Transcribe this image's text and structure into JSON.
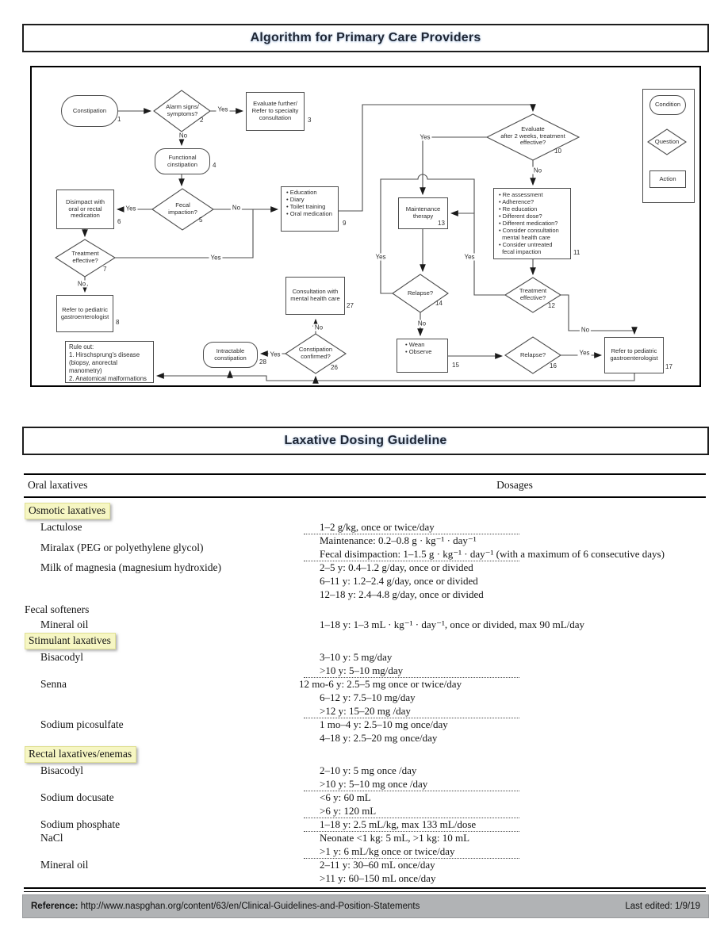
{
  "page": {
    "title1": "Algorithm for Primary Care Providers",
    "title2": "Laxative Dosing Guideline"
  },
  "flowchart": {
    "labels": {
      "yes": "Yes",
      "no": "No"
    },
    "legend": {
      "condition": "Condition",
      "question": "Question",
      "action": "Action"
    },
    "nodes": {
      "n1": {
        "label": "Constipation",
        "num": "1"
      },
      "n2": {
        "label": "Alarm signs/\nsymptoms?",
        "num": "2"
      },
      "n3": {
        "label": "Evaluate further/\nRefer to specialty\nconsultation",
        "num": "3"
      },
      "n4": {
        "label": "Functional\ncinstipation",
        "num": "4"
      },
      "n5": {
        "label": "Fecal\nimpaction?",
        "num": "5"
      },
      "n6": {
        "label": "Disimpact with\noral or rectal\nmedication",
        "num": "6"
      },
      "n7": {
        "label": "Treatment\neffective?",
        "num": "7"
      },
      "n8": {
        "label": "Refer to pediatric\ngastroenterologist",
        "num": "8"
      },
      "n9": {
        "label": "• Education\n• Diary\n• Toilet training\n• Oral medication",
        "num": "9"
      },
      "n10": {
        "label": "Evaluate\nafter 2 weeks, treatment\neffective?",
        "num": "10"
      },
      "n11": {
        "label": "• Re assessment\n• Adherence?\n• Re education\n• Different dose?\n• Different medication?\n• Consider consultation\n  mental health care\n• Consider untreated\n  fecal impaction",
        "num": "11"
      },
      "n12": {
        "label": "Treatment\neffective?",
        "num": "12"
      },
      "n13": {
        "label": "Maintenance\ntherapy",
        "num": "13"
      },
      "n14": {
        "label": "Relapse?",
        "num": "14"
      },
      "n15": {
        "label": "• Wean\n• Observe",
        "num": "15"
      },
      "n16": {
        "label": "Relapse?",
        "num": "16"
      },
      "n17": {
        "label": "Refer to pediatric\ngastroenterologist",
        "num": "17"
      },
      "n26": {
        "label": "Constipation\nconfirmed?",
        "num": "26"
      },
      "n27": {
        "label": "Consultation with\nmental health care",
        "num": "27"
      },
      "n28": {
        "label": "Intractable\nconstipation",
        "num": "28"
      },
      "ruleout": {
        "label": "Rule out:\n1. Hirschsprung's disease\n(biopsy, anorectal\nmanometry)\n2. Anatomical malformations"
      }
    }
  },
  "table": {
    "col1_header": "Oral laxatives",
    "col2_header": "Dosages",
    "sections": [
      {
        "header": "Osmotic laxatives",
        "highlighted": true,
        "drugs": [
          {
            "name": "Lactulose",
            "doses": [
              {
                "text": "1–2 g/kg, once or twice/day"
              }
            ]
          },
          {
            "name": "Miralax (PEG or polyethylene glycol)",
            "doses": [
              {
                "text": "Maintenance: 0.2–0.8 g · kg⁻¹ · day⁻¹"
              },
              {
                "text": "Fecal disimpaction: 1–1.5 g · kg⁻¹ · day⁻¹ (with a maximum of 6 consecutive days)"
              }
            ]
          },
          {
            "name": "Milk of magnesia (magnesium hydroxide)",
            "doses": [
              {
                "text": "2–5 y: 0.4–1.2 g/day, once or divided"
              },
              {
                "text": "6–11 y: 1.2–2.4 g/day, once or divided"
              },
              {
                "text": "12–18 y: 2.4–4.8 g/day, once or divided"
              }
            ]
          }
        ]
      },
      {
        "header": "Fecal softeners",
        "highlighted": false,
        "drugs": [
          {
            "name": "Mineral oil",
            "doses": [
              {
                "text": "1–18 y: 1–3 mL · kg⁻¹ · day⁻¹, once or divided, max 90 mL/day"
              }
            ]
          }
        ]
      },
      {
        "header": "Stimulant laxatives",
        "highlighted": true,
        "drugs": [
          {
            "name": "Bisacodyl",
            "doses": [
              {
                "text": "3–10 y: 5 mg/day"
              },
              {
                "text": ">10 y: 5–10 mg/day"
              }
            ]
          },
          {
            "name": "Senna",
            "doses": [
              {
                "text": "12 mo-6 y: 2.5–5 mg once or twice/day"
              },
              {
                "text": "6–12 y: 7.5–10 mg/day"
              },
              {
                "text": ">12 y: 15–20 mg /day"
              }
            ]
          },
          {
            "name": "Sodium picosulfate",
            "doses": [
              {
                "text": "1 mo–4 y: 2.5–10 mg once/day"
              },
              {
                "text": "4–18 y: 2.5–20 mg once/day"
              }
            ]
          }
        ]
      },
      {
        "header": "Rectal laxatives/enemas",
        "highlighted": true,
        "drugs": [
          {
            "name": "Bisacodyl",
            "doses": [
              {
                "text": "2–10 y: 5 mg once /day"
              },
              {
                "text": ">10 y: 5–10 mg once /day"
              }
            ]
          },
          {
            "name": "Sodium docusate",
            "doses": [
              {
                "text": "<6 y: 60 mL"
              },
              {
                "text": ">6 y: 120 mL"
              }
            ]
          },
          {
            "name": "Sodium phosphate",
            "doses": [
              {
                "text": "1–18 y: 2.5 mL/kg, max 133 mL/dose"
              }
            ]
          },
          {
            "name": "NaCl",
            "doses": [
              {
                "text": "Neonate <1 kg: 5 mL, >1 kg: 10 mL"
              },
              {
                "text": ">1 y: 6 mL/kg once or twice/day"
              }
            ]
          },
          {
            "name": "Mineral oil",
            "doses": [
              {
                "text": "2–11 y: 30–60 mL once/day"
              },
              {
                "text": ">11 y: 60–150 mL once/day"
              }
            ]
          }
        ]
      }
    ]
  },
  "footer": {
    "reference_label": "Reference:",
    "reference_url": "http://www.naspghan.org/content/63/en/Clinical-Guidelines-and-Position-Statements",
    "last_edited": "Last edited: 1/9/19"
  }
}
